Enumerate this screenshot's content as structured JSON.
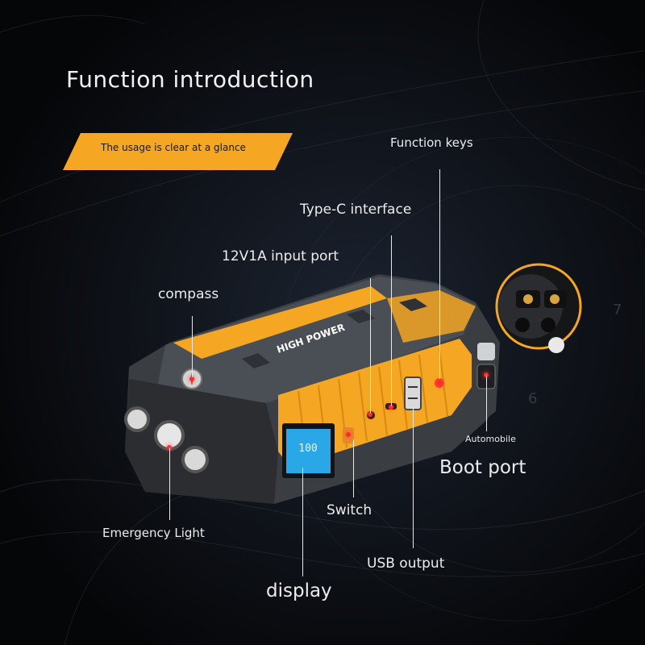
{
  "title": "Function introduction",
  "banner": "The usage is clear at a glance",
  "brand_print": "HIGH POWER",
  "display_readout": "100",
  "labels": {
    "function_keys": "Function keys",
    "type_c": "Type-C interface",
    "input_port": "12V1A input port",
    "compass": "compass",
    "automobile": "Automobile",
    "boot_port": "Boot port",
    "switch": "Switch",
    "emergency_light": "Emergency Light",
    "usb_output": "USB output",
    "display": "display"
  },
  "colors": {
    "accent": "#f5a623",
    "device_body": "#3a3d42",
    "background": "#07080b",
    "indicator": "#ff2a2a",
    "lcd": "#2aa7e6"
  }
}
